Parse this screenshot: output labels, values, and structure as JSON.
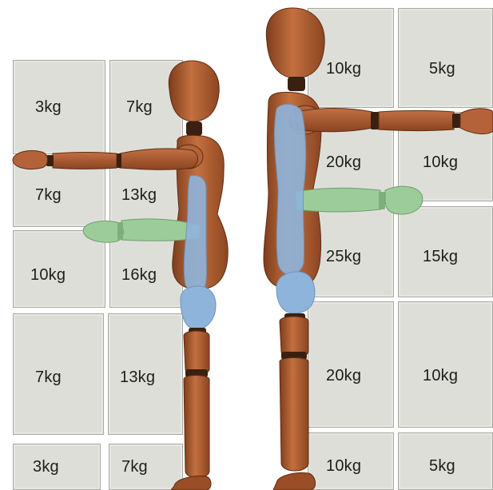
{
  "left_grid": {
    "row1": {
      "outer": "3kg",
      "inner": "7kg"
    },
    "row2": {
      "outer": "7kg",
      "inner": "13kg"
    },
    "row3": {
      "outer": "10kg",
      "inner": "16kg"
    },
    "row4": {
      "outer": "7kg",
      "inner": "13kg"
    },
    "row5": {
      "outer": "3kg",
      "inner": "7kg"
    }
  },
  "right_grid": {
    "row1": {
      "inner": "10kg",
      "outer": "5kg"
    },
    "row2": {
      "inner": "20kg",
      "outer": "10kg"
    },
    "row3": {
      "inner": "25kg",
      "outer": "15kg"
    },
    "row4": {
      "inner": "20kg",
      "outer": "10kg"
    },
    "row5": {
      "inner": "10kg",
      "outer": "5kg"
    }
  },
  "colors": {
    "cell_fill": "#deded9",
    "cell_border": "#a9a9a4",
    "figure_wood": "#a9592d",
    "figure_wood_light": "#c9794a",
    "joint": "#3a2010",
    "spine_highlight": "#8fb4dc",
    "arm_highlight": "#9ccc9a"
  }
}
